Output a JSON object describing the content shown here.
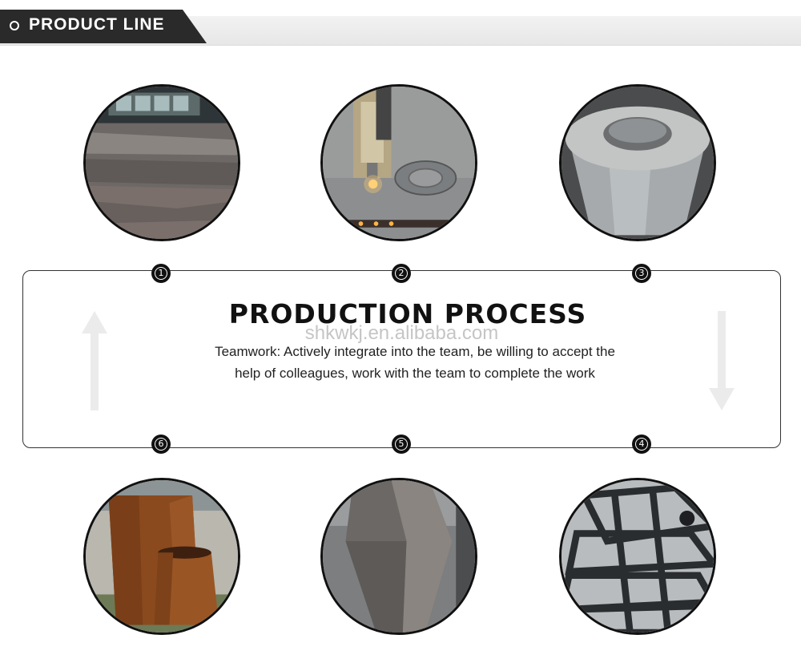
{
  "header": {
    "title": "PRODUCT LINE"
  },
  "process": {
    "title": "PRODUCTION PROCESS",
    "watermark": "shkwkj.en.alibaba.com",
    "description": "Teamwork: Actively integrate into the team, be willing to accept the help of colleagues, work with the team to complete the work"
  },
  "steps": [
    {
      "number": "1"
    },
    {
      "number": "2"
    },
    {
      "number": "3"
    },
    {
      "number": "4"
    },
    {
      "number": "5"
    },
    {
      "number": "6"
    }
  ],
  "colors": {
    "header_tab": "#2a2a2a",
    "header_band": "#ececec",
    "badge": "#111111",
    "corten_rust": "#8a4a1e",
    "steel": "#8f959a"
  }
}
